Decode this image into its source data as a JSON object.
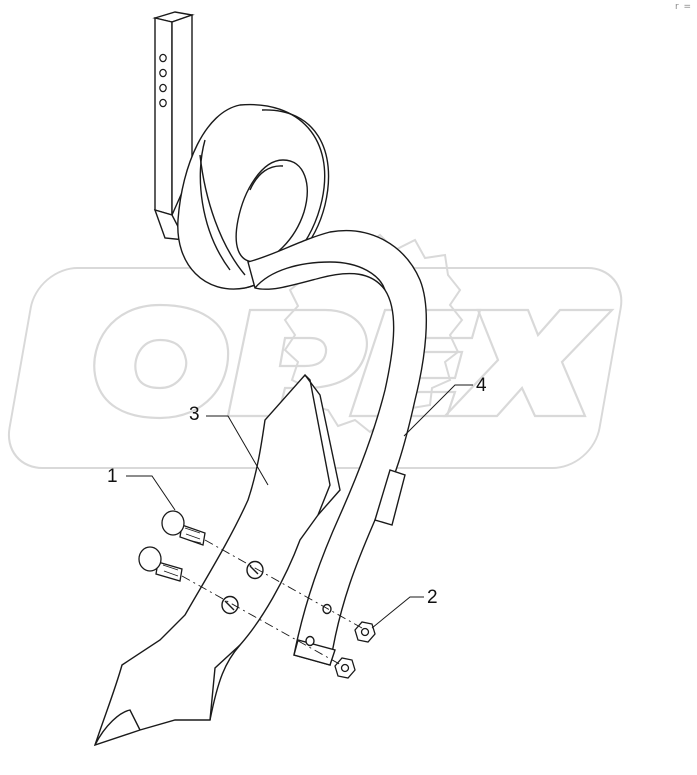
{
  "watermark": {
    "text": "OPEX",
    "color": "#d9d9d9"
  },
  "corner_mark": "r =",
  "callouts": [
    {
      "id": "1",
      "label": "1"
    },
    {
      "id": "2",
      "label": "2"
    },
    {
      "id": "3",
      "label": "3"
    },
    {
      "id": "4",
      "label": "4"
    }
  ],
  "colors": {
    "line": "#1a1a1a",
    "fill": "#ffffff",
    "shade": "#f2f2f2"
  }
}
